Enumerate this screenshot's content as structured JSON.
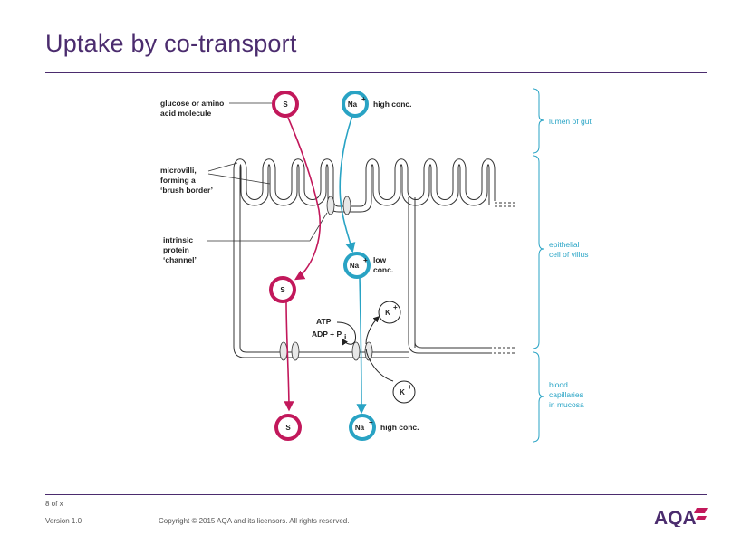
{
  "slide": {
    "title": "Uptake by co-transport",
    "page": "8 of x",
    "version": "Version 1.0",
    "copyright": "Copyright © 2015 AQA and its licensors. All rights reserved.",
    "logo": "AQA"
  },
  "diagram": {
    "labels": {
      "glucose_1": "glucose or amino",
      "glucose_2": "acid molecule",
      "microvilli_1": "microvilli,",
      "microvilli_2": "forming a",
      "microvilli_3": "‘brush border’",
      "protein_1": "intrinsic",
      "protein_2": "protein",
      "protein_3": "‘channel’",
      "high_conc_top": "high conc.",
      "low_conc_1": "low",
      "low_conc_2": "conc.",
      "high_conc_bottom": "high conc.",
      "atp": "ATP",
      "adp": "ADP + P",
      "adp_sub": "i"
    },
    "ions": {
      "s": "S",
      "na": "Na",
      "na_sup": "+",
      "k": "K",
      "k_sup": "+"
    },
    "regions": {
      "lumen": "lumen of gut",
      "epithelial_1": "epithelial",
      "epithelial_2": "cell of villus",
      "blood_1": "blood",
      "blood_2": "capillaries",
      "blood_3": "in mucosa"
    },
    "colors": {
      "glucose": "#c2185b",
      "sodium": "#29a3c4",
      "title": "#4b2c6e"
    }
  }
}
